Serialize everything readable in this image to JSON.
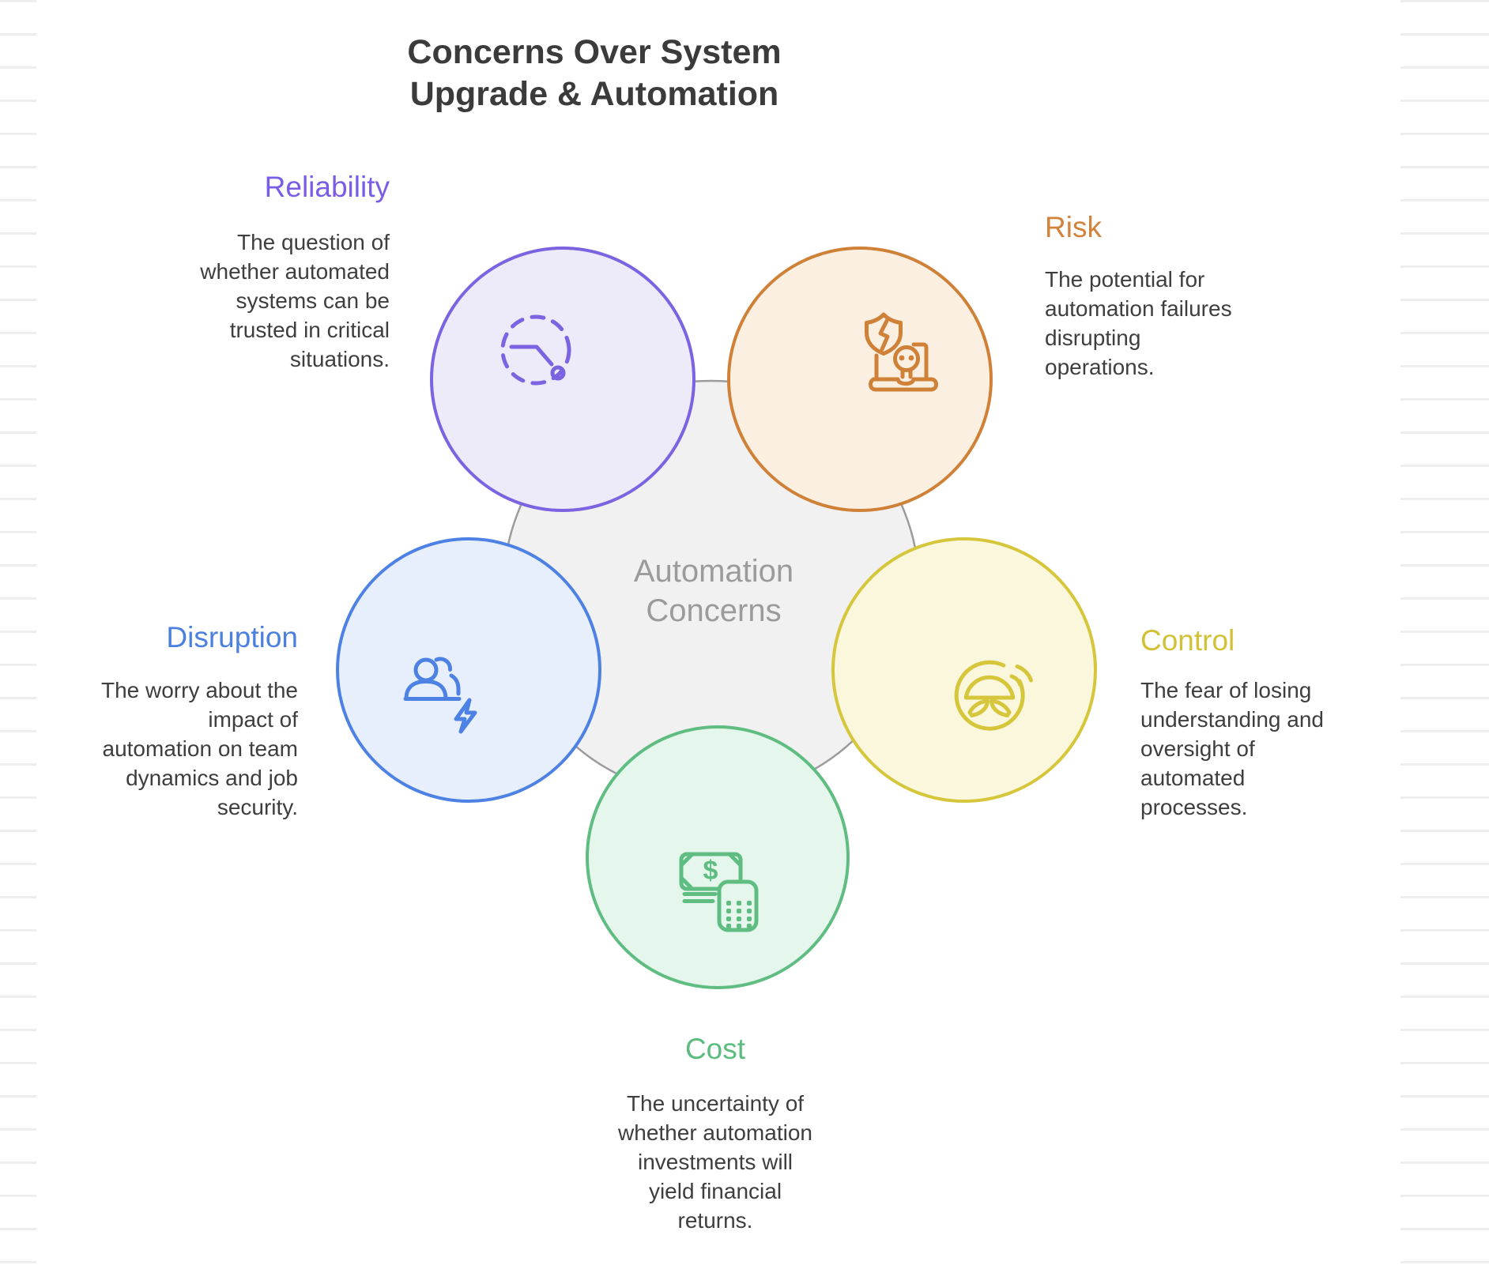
{
  "title": {
    "line1": "Concerns Over System",
    "line2": "Upgrade & Automation"
  },
  "center_label": {
    "line1": "Automation",
    "line2": "Concerns"
  },
  "center_circle": {
    "fill": "#F1F1F1",
    "stroke": "#9B9B9B"
  },
  "sections": {
    "reliability": {
      "label": "Reliability",
      "description": "The question of whether automated systems can be trusted in critical situations.",
      "color": "#7B5CE5",
      "circle_fill": "#EDEAFA",
      "circle_stroke": "#7C63E2",
      "icon": "dashed-clock-icon"
    },
    "risk": {
      "label": "Risk",
      "description": "The potential for automation failures disrupting operations.",
      "color": "#D2823B",
      "circle_fill": "#FBEFE1",
      "circle_stroke": "#CF8138",
      "icon": "broken-shield-laptop-skull-icon"
    },
    "control": {
      "label": "Control",
      "description": "The fear of losing understanding and oversight of automated processes.",
      "color": "#D1C136",
      "circle_fill": "#FBF7DD",
      "circle_stroke": "#D6C63B",
      "icon": "steering-wheel-signal-icon"
    },
    "cost": {
      "label": "Cost",
      "description": "The uncertainty of whether automation investments will yield financial returns.",
      "color": "#5ABD7E",
      "circle_fill": "#E5F7EC",
      "circle_stroke": "#5FBD82",
      "icon": "banknote-calculator-icon",
      "currency_symbol": "$"
    },
    "disruption": {
      "label": "Disruption",
      "description": "The worry about the impact of automation on team dynamics and job security.",
      "color": "#4B80E1",
      "circle_fill": "#E8EFFC",
      "circle_stroke": "#4D82E4",
      "icon": "people-lightning-icon"
    }
  }
}
